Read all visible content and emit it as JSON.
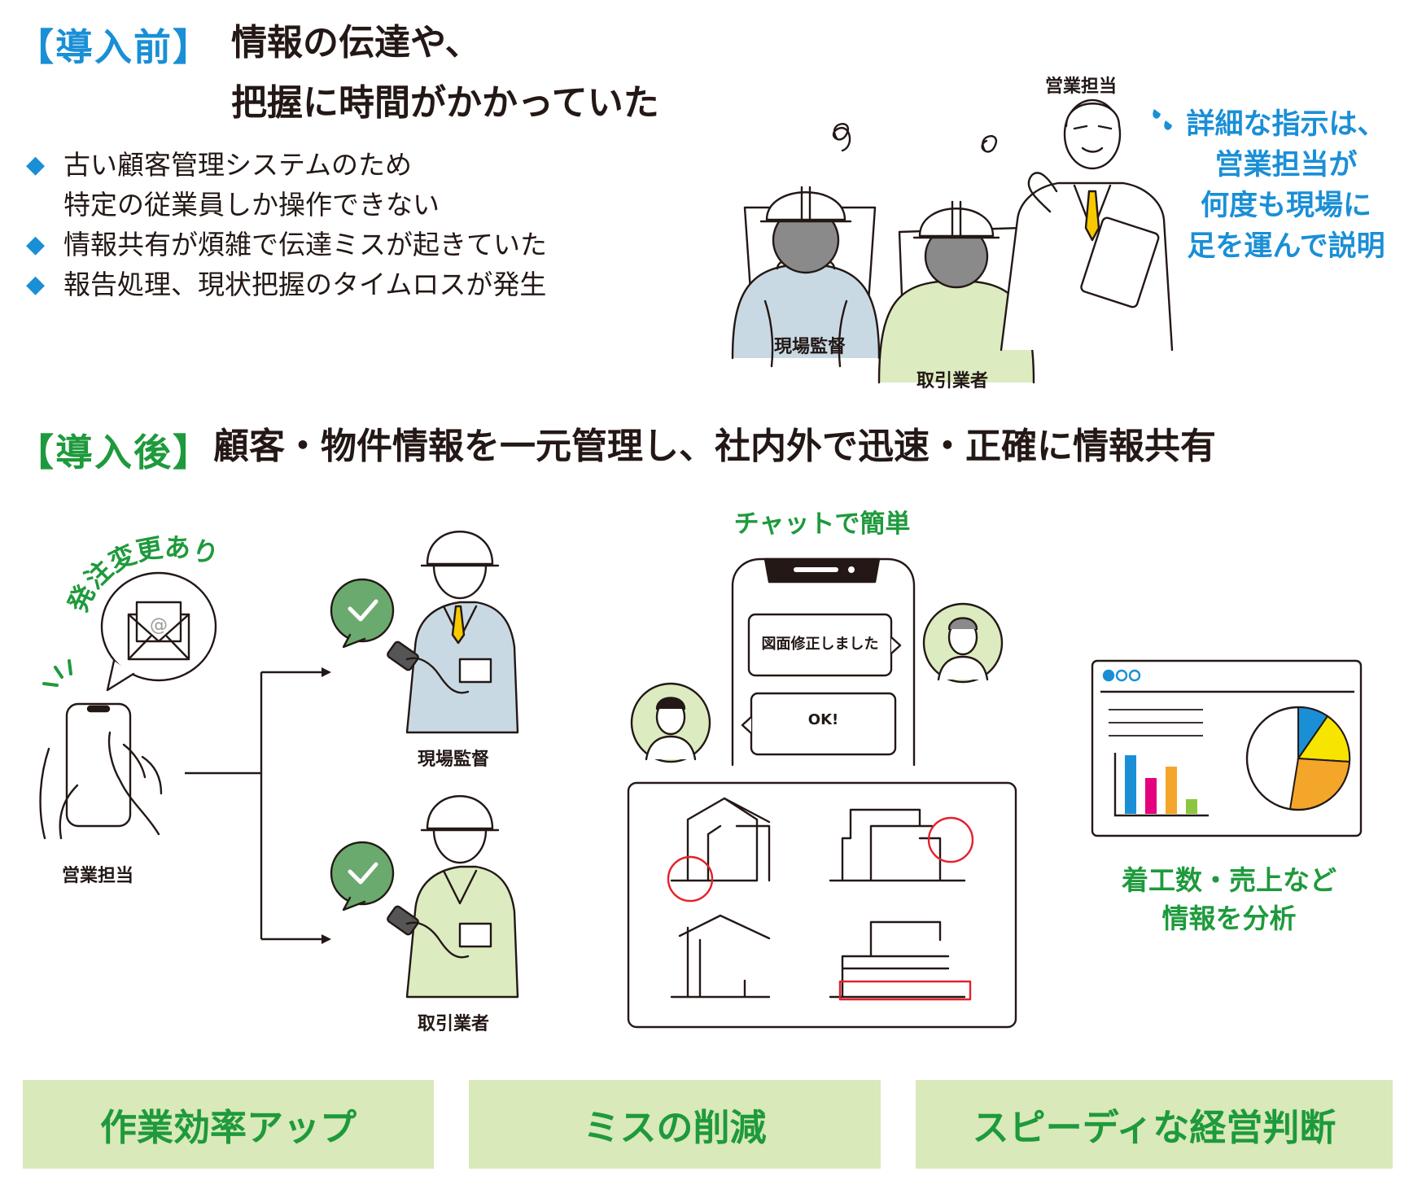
{
  "before": {
    "tag": "【導入前】",
    "headline_line1": "情報の伝達や、",
    "headline_line2": "把握に時間がかかっていた",
    "bullets": [
      {
        "marker": "◆",
        "lines": [
          "古い顧客管理システムのため",
          "特定の従業員しか操作できない"
        ]
      },
      {
        "marker": "◆",
        "lines": [
          "情報共有が煩雑で伝達ミスが起きていた"
        ]
      },
      {
        "marker": "◆",
        "lines": [
          "報告処理、現状把握のタイムロスが発生"
        ]
      }
    ],
    "people": {
      "supervisor": "現場監督",
      "contractor": "取引業者",
      "sales": "営業担当"
    },
    "note_lines": [
      "詳細な指示は、",
      "営業担当が",
      "何度も現場に",
      "足を運んで説明"
    ]
  },
  "after": {
    "tag": "【導入後】",
    "headline": "顧客・物件情報を一元管理し、社内外で迅速・正確に情報共有",
    "order_change": "発注変更あり",
    "sales_label": "営業担当",
    "supervisor_label": "現場監督",
    "contractor_label": "取引業者",
    "chat_title": "チャットで簡単",
    "chat_messages": [
      "図面修正しました",
      "OK!"
    ],
    "analysis_lines": [
      "着工数・売上など",
      "情報を分析"
    ]
  },
  "results": [
    "作業効率アップ",
    "ミスの削減",
    "スピーディな経営判断"
  ],
  "colors": {
    "before_accent": "#1a8fd6",
    "after_accent": "#1e9a3c",
    "result_bg": "#d9e9b9",
    "light_blue_fill": "#c8d9e3",
    "light_green_fill": "#dcebc0",
    "check_green": "#6aaa6e",
    "markup_red": "#e5202b",
    "pie_blue": "#1a8fd6",
    "pie_yellow": "#f7e400",
    "pie_orange": "#f4a62a",
    "bar_magenta": "#e4007f",
    "bar_green": "#8cc63f"
  }
}
